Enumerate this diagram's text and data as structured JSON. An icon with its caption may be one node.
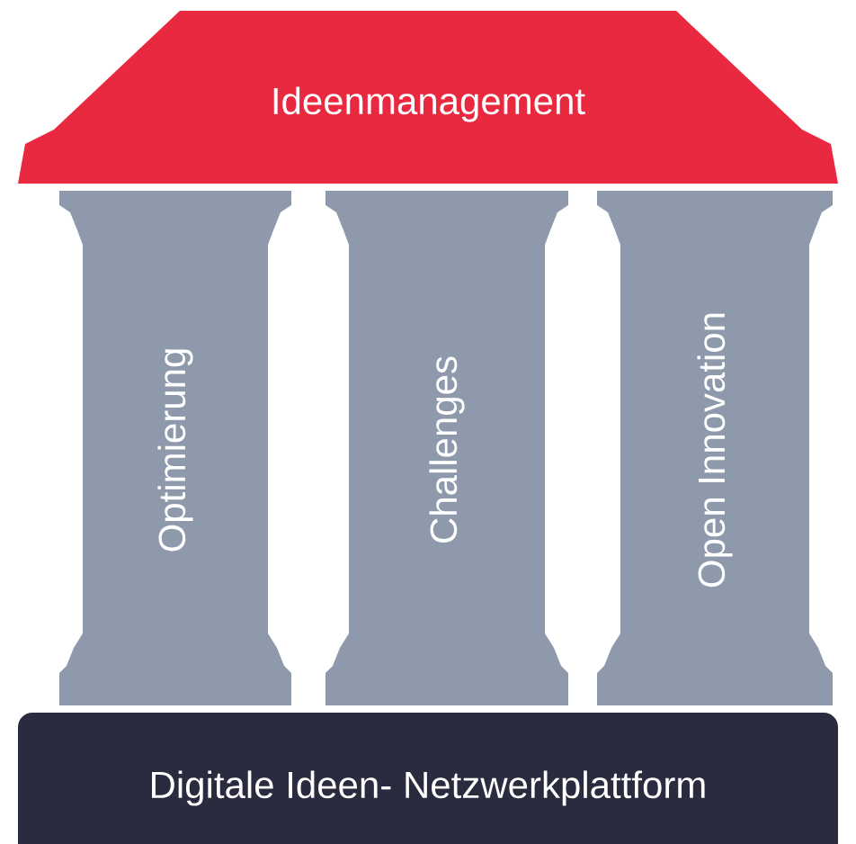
{
  "diagram": {
    "nodes": [
      {
        "text": [
          "Ideenmanagement"
        ]
      },
      {
        "text": [
          "Optimierung"
        ]
      },
      {
        "text": [
          "Challenges"
        ]
      },
      {
        "text": [
          "Open Innovation"
        ]
      },
      {
        "text": [
          "Digitale Ideen- Netzwerkplattform"
        ]
      }
    ]
  }
}
